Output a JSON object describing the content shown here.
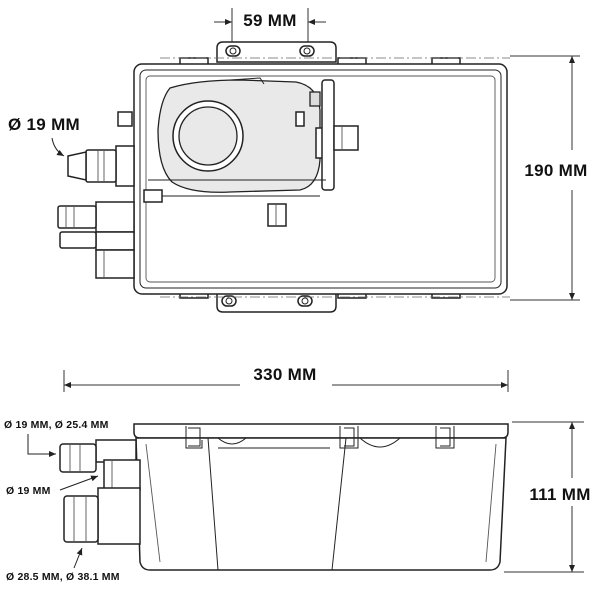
{
  "top_view": {
    "width_label": "59 MM",
    "height_label": "190 MM",
    "port_label": "Ø 19 MM"
  },
  "side_view": {
    "length_label": "330 MM",
    "height_label": "111 MM",
    "port_label_1": "Ø 19 MM, Ø 25.4 MM",
    "port_label_2": "Ø 19 MM",
    "port_label_3": "Ø 28.5 MM, Ø 38.1 MM"
  }
}
